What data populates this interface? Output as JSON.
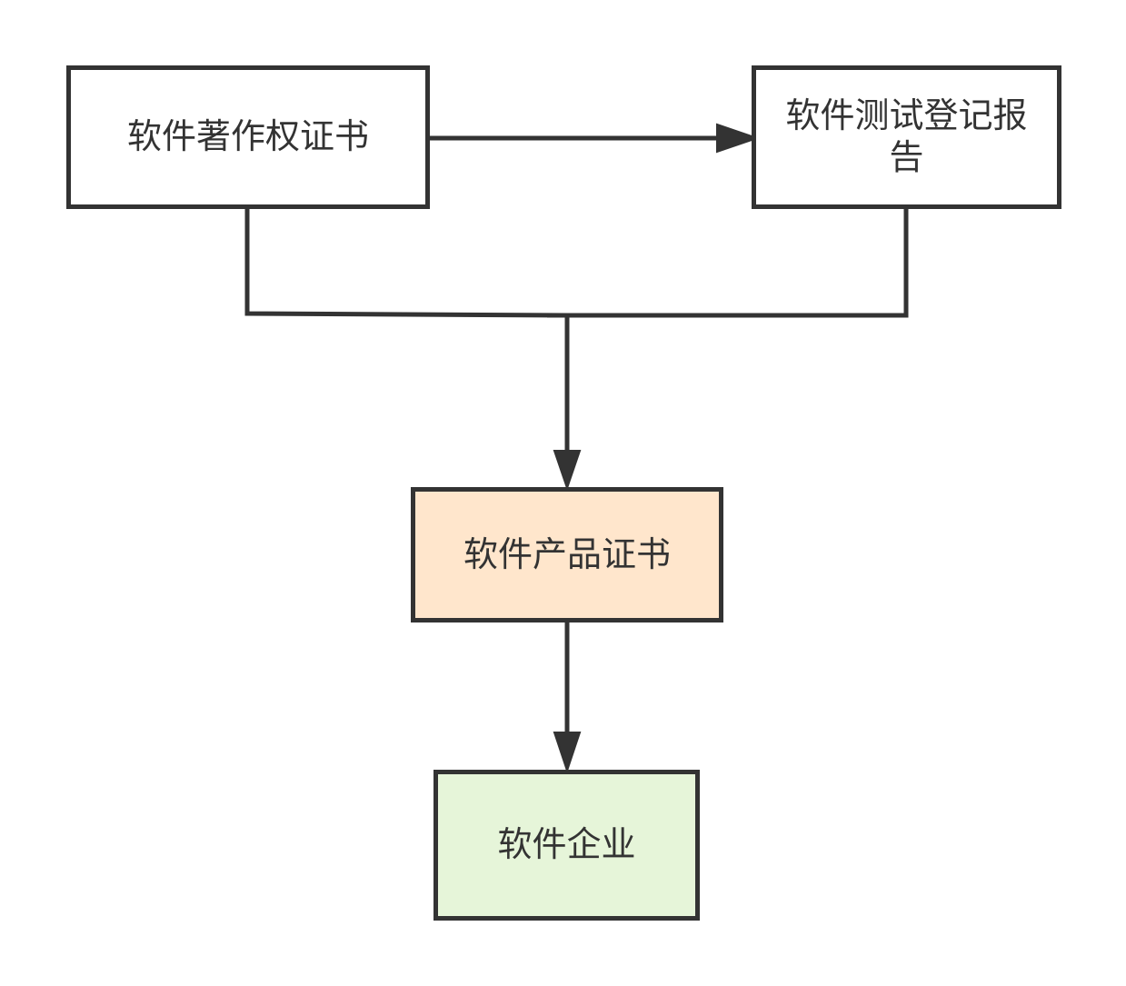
{
  "nodes": {
    "copyright_cert": {
      "label": "软件著作权证书",
      "fill": "#ffffff"
    },
    "test_report": {
      "label": "软件测试登记报告",
      "fill": "#ffffff"
    },
    "product_cert": {
      "label": "软件产品证书",
      "fill": "#ffe6cc"
    },
    "enterprise": {
      "label": "软件企业",
      "fill": "#e6f5d9"
    }
  },
  "edges": [
    {
      "from": "copyright_cert",
      "to": "test_report"
    },
    {
      "from": "copyright_cert",
      "to": "product_cert"
    },
    {
      "from": "test_report",
      "to": "product_cert"
    },
    {
      "from": "product_cert",
      "to": "enterprise"
    }
  ],
  "colors": {
    "stroke": "#333333",
    "text": "#333333",
    "background": "#ffffff"
  }
}
